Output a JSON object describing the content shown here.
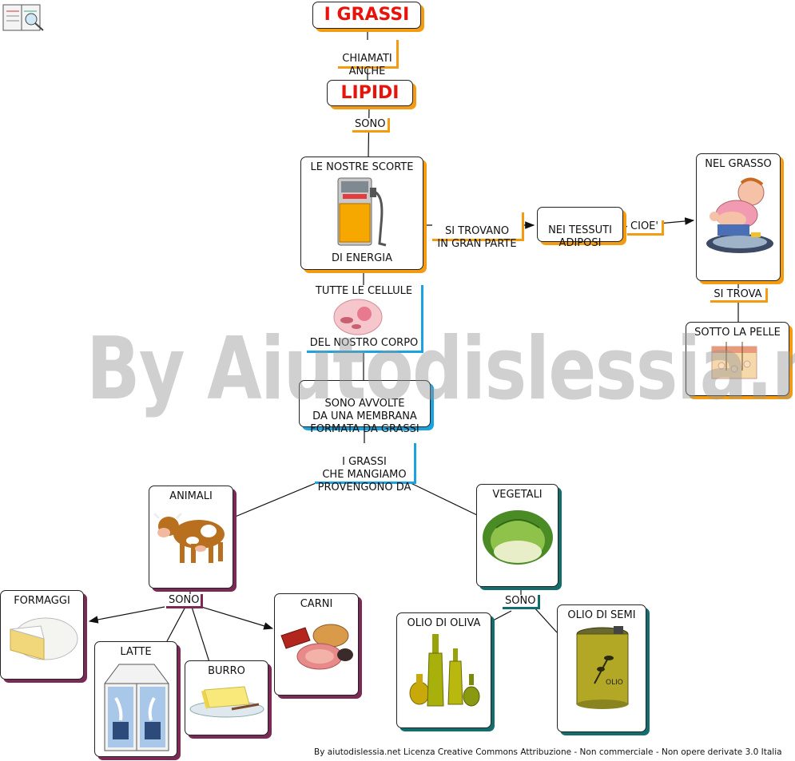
{
  "nodes": {
    "grassi": "I GRASSI",
    "lipidi": "LIPIDI",
    "scorte_top": "LE NOSTRE SCORTE",
    "scorte_bottom": "DI ENERGIA",
    "tessuti": "NEI TESSUTI\nADIPOSI",
    "nel_grasso": "NEL GRASSO",
    "sotto_pelle": "SOTTO LA PELLE",
    "cellule_top": "TUTTE LE CELLULE",
    "cellule_bottom": "DEL NOSTRO CORPO",
    "membrana": "SONO AVVOLTE\nDA UNA MEMBRANA\nFORMATA DA GRASSI",
    "animali": "ANIMALI",
    "vegetali": "VEGETALI",
    "formaggi": "FORMAGGI",
    "latte": "LATTE",
    "burro": "BURRO",
    "carni": "CARNI",
    "olio_oliva": "OLIO DI OLIVA",
    "olio_semi": "OLIO DI SEMI",
    "olio_can_label": "OLIO"
  },
  "links": {
    "chiamati": "CHIAMATI\nANCHE",
    "sono1": "SONO",
    "si_trovano": "SI TROVANO\nIN GRAN PARTE",
    "cioe": "CIOE'",
    "si_trova": "SI TROVA",
    "provengono": "I GRASSI\nCHE MANGIAMO\nPROVENGONO DA",
    "sono_animali": "SONO",
    "sono_vegetali": "SONO"
  },
  "watermark": "By Aiutodislessia.net",
  "footer": "By aiutodislessia.net Licenza Creative Commons Attribuzione - Non commerciale - Non opere derivate 3.0 Italia",
  "icons": [
    "book-icon",
    "fuel-pump-icon",
    "fat-person-icon",
    "skin-icon",
    "cell-icon",
    "cow-icon",
    "lettuce-icon",
    "cheese-icon",
    "milk-carton-icon",
    "butter-icon",
    "meat-icon",
    "olive-oil-bottles-icon",
    "seed-oil-can-icon"
  ],
  "colors": {
    "title_red": "#e8140c",
    "orange": "#f39c12",
    "blue": "#1aa3e0",
    "magenta": "#7a2a55",
    "teal": "#136d6d"
  }
}
